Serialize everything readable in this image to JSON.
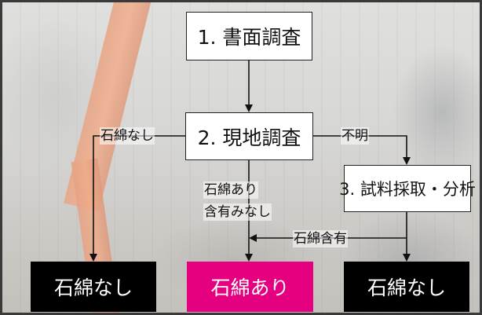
{
  "background": {
    "scene": "demolition-site-photo",
    "excavator_color": "#e06a30",
    "overlay_color": "#ffffff"
  },
  "steps": {
    "step1": "1. 書面調査",
    "step2": "2. 現地調査",
    "step3": "3. 試料採取・分析"
  },
  "edge_labels": {
    "step2_to_left": "石綿なし",
    "step2_to_step3": "不明",
    "step2_to_center_line1": "石綿あり",
    "step2_to_center_line2": "含有みなし",
    "step3_to_center": "石綿含有"
  },
  "results": {
    "left": {
      "label": "石綿なし",
      "color": "#000000"
    },
    "center": {
      "label": "石綿あり",
      "color": "#e4007f"
    },
    "right": {
      "label": "石綿なし",
      "color": "#000000"
    }
  }
}
